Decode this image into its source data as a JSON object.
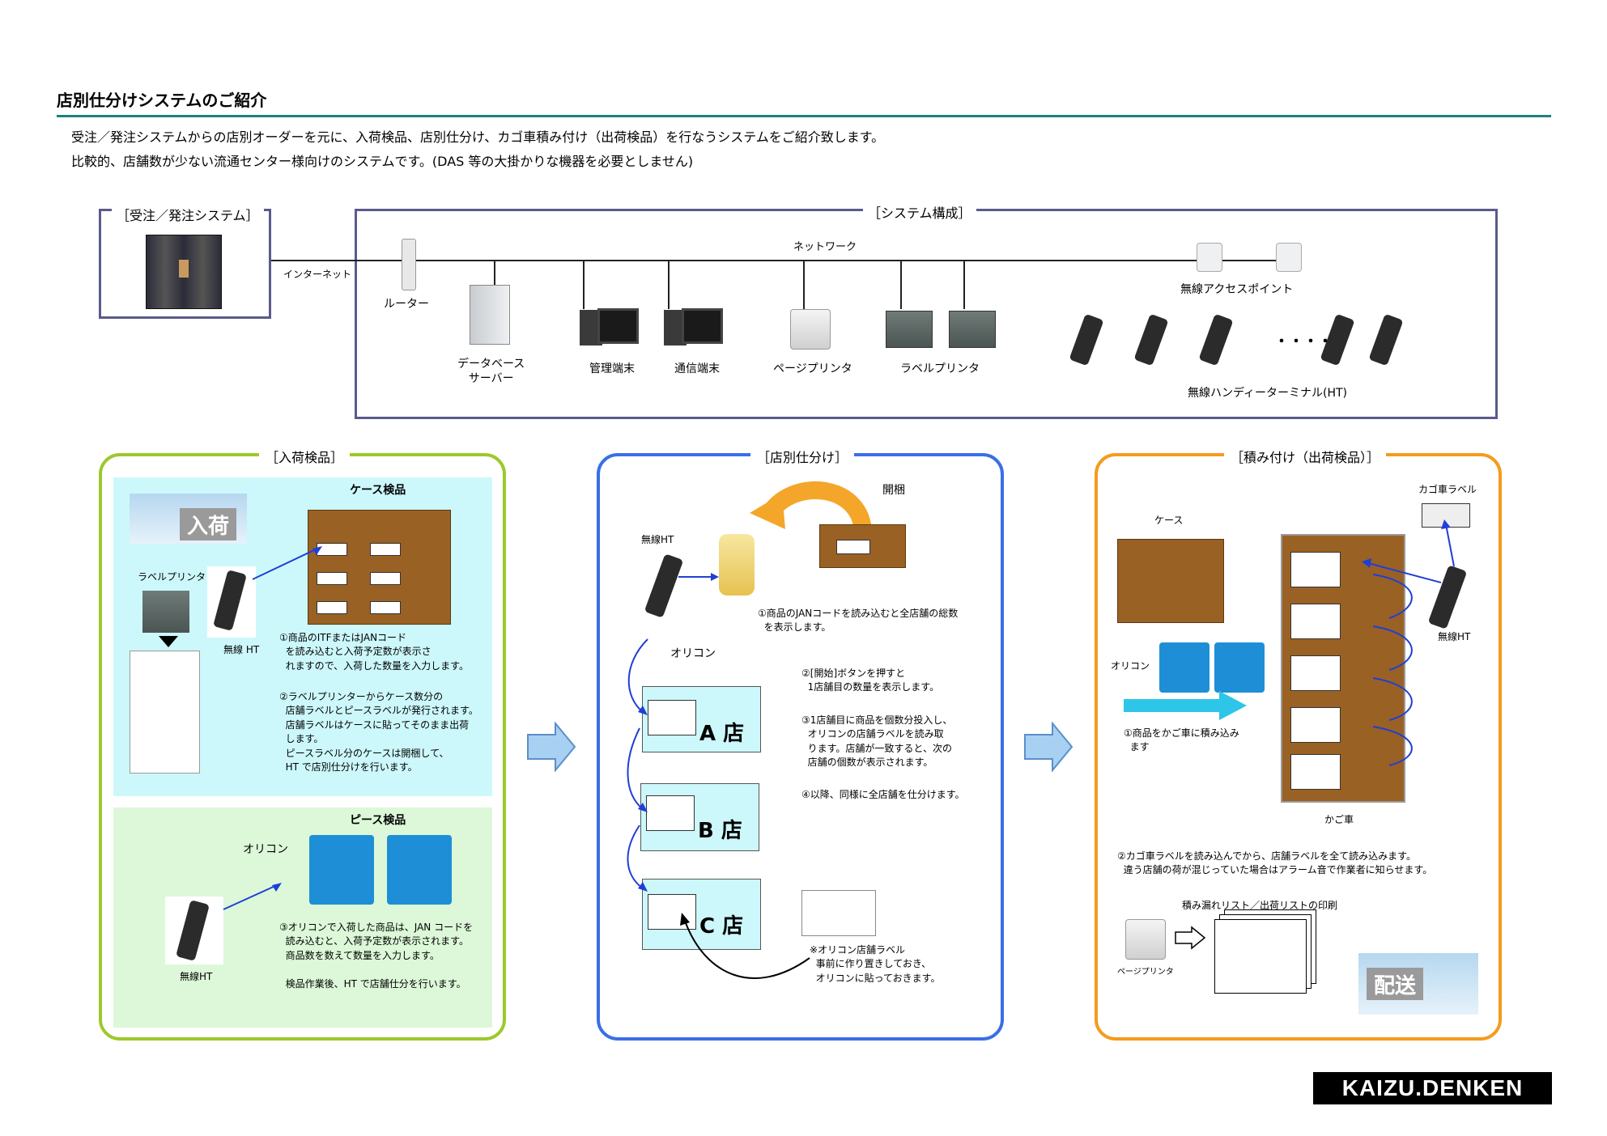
{
  "header": {
    "title": "店別仕分けシステムのご紹介",
    "intro_line1": "受注／発注システムからの店別オーダーを元に、入荷検品、店別仕分け、カゴ車積み付け（出荷検品）を行なうシステムをご紹介致します。",
    "intro_line2": "比較的、店舗数が少ない流通センター様向けのシステムです。(DAS 等の大掛かりな機器を必要としません)"
  },
  "system": {
    "order_system_label": "［受注／発注システム］",
    "system_config_label": "［システム構成］",
    "internet_label": "インターネット",
    "network_label": "ネットワーク",
    "router_label": "ルーター",
    "db_server_label": "データベース\nサーバー",
    "admin_terminal_label": "管理端末",
    "comm_terminal_label": "通信端末",
    "page_printer_label": "ページプリンタ",
    "label_printer_label": "ラベルプリンタ",
    "access_point_label": "無線アクセスポイント",
    "ht_label": "無線ハンディーターミナル(HT)",
    "ellipsis": "・・・・"
  },
  "receiving": {
    "title": "［入荷検品］",
    "truck_text": "入荷",
    "case_title": "ケース検品",
    "label_printer_label": "ラベルプリンタ",
    "ht_label": "無線 HT",
    "note1": "①商品のITFまたはJANコード\n  を読み込むと入荷予定数が表示さ\n  れますので、入荷した数量を入力します。",
    "note2": "②ラベルプリンターからケース数分の\n  店舗ラベルとピースラベルが発行されます。\n  店舗ラベルはケースに貼ってそのまま出荷\n  します。\n  ピースラベル分のケースは開梱して、\n  HT で店別仕分けを行います。",
    "piece_title": "ピース検品",
    "oricon_label": "オリコン",
    "ht_label2": "無線HT",
    "note3": "③オリコンで入荷した商品は、JAN コードを\n  読み込むと、入荷予定数が表示されます。\n  商品数を数えて数量を入力します。\n\n  検品作業後、HT で店舗仕分を行います。"
  },
  "sorting": {
    "title": "［店別仕分け］",
    "unpack_label": "開梱",
    "ht_label": "無線HT",
    "note1": "①商品のJANコードを読み込むと全店舗の総数\n  を表示します。",
    "oricon_label": "オリコン",
    "note2": "②[開始]ボタンを押すと\n  1店舗目の数量を表示します。",
    "note3": "③1店舗目に商品を個数分投入し、\n  オリコンの店舗ラベルを読み取\n  ります。店舗が一致すると、次の\n  店舗の個数が表示されます。",
    "note4": "④以降、同様に全店舗を仕分けます。",
    "store_a": "A 店",
    "store_b": "B 店",
    "store_c": "C 店",
    "label_note": "※オリコン店舗ラベル\n  事前に作り置きしておき、\n  オリコンに貼っておきます。"
  },
  "loading": {
    "title": "［積み付け（出荷検品）］",
    "cage_label_title": "カゴ車ラベル",
    "case_label": "ケース",
    "oricon_label": "オリコン",
    "ht_label": "無線HT",
    "note1": "①商品をかご車に積み込み\n  ます",
    "cage_label": "かご車",
    "note2": "②カゴ車ラベルを読み込んでから、店舗ラベルを全て読み込みます。\n  違う店舗の荷が混じっていた場合はアラーム音で作業者に知らせます。",
    "print_label": "積み漏れリスト／出荷リストの印刷",
    "page_printer_label": "ページプリンタ",
    "truck_text": "配送"
  },
  "footer": {
    "logo": "KAIZU.DENKEN"
  },
  "colors": {
    "title_rule": "#1d7f83",
    "frame": "#5a5a8c",
    "receiving_border": "#9dc82c",
    "sorting_border": "#3a6ee8",
    "loading_border": "#f59b1d",
    "box_brown": "#9a6124",
    "oricon_blue": "#1e8fd6"
  }
}
